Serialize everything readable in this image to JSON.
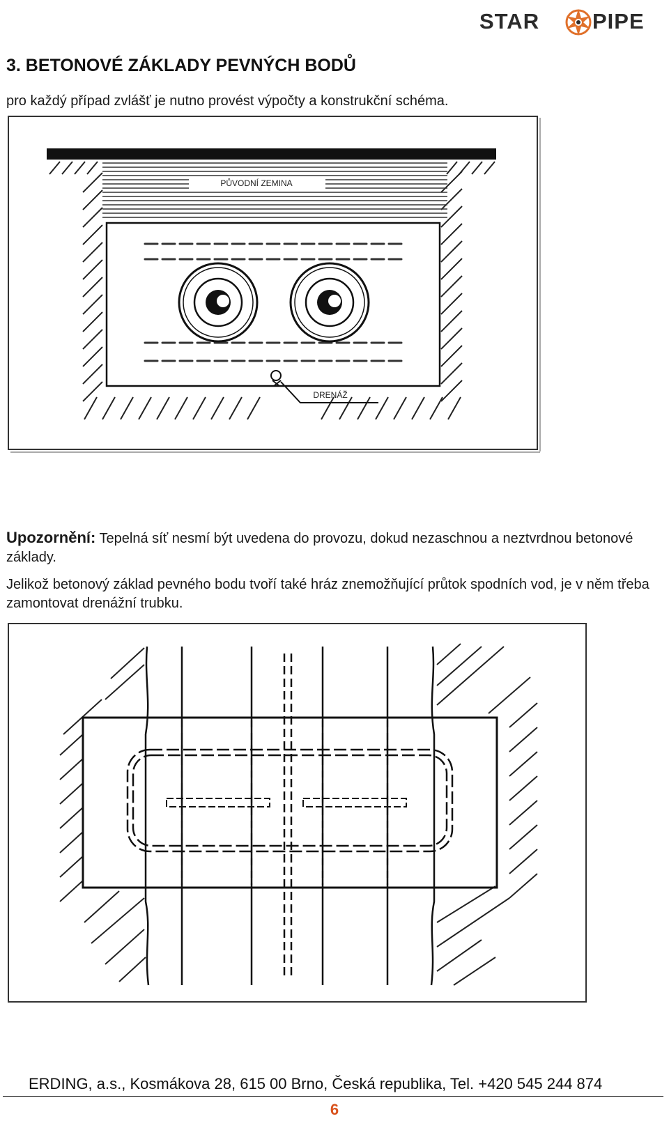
{
  "header": {
    "logo_left": "STAR",
    "logo_right": "PIPE",
    "logo_color": "#e0702a"
  },
  "heading": "3. BETONOVÉ ZÁKLADY PEVNÝCH BODŮ",
  "intro": "pro každý případ zvlášť je nutno provést výpočty a konstrukční schéma.",
  "figure1": {
    "label_soil": "PŮVODNÍ ZEMINA",
    "label_drain": "DRENÁŽ"
  },
  "warning": {
    "label": "Upozornění:",
    "text": " Tepelná síť nesmí být uvedena do provozu, dokud nezaschnou a neztvrdnou betonové základy."
  },
  "paragraph2": "Jelikož betonový základ pevného bodu tvoří také hráz znemožňující průtok spodních vod, je v něm třeba zamontovat drenážní trubku.",
  "footer": {
    "address": "ERDING, a.s., Kosmákova 28, 615 00 Brno, Česká republika, Tel. +420 545 244 874",
    "page_number": "6",
    "page_number_color": "#d9531e"
  }
}
